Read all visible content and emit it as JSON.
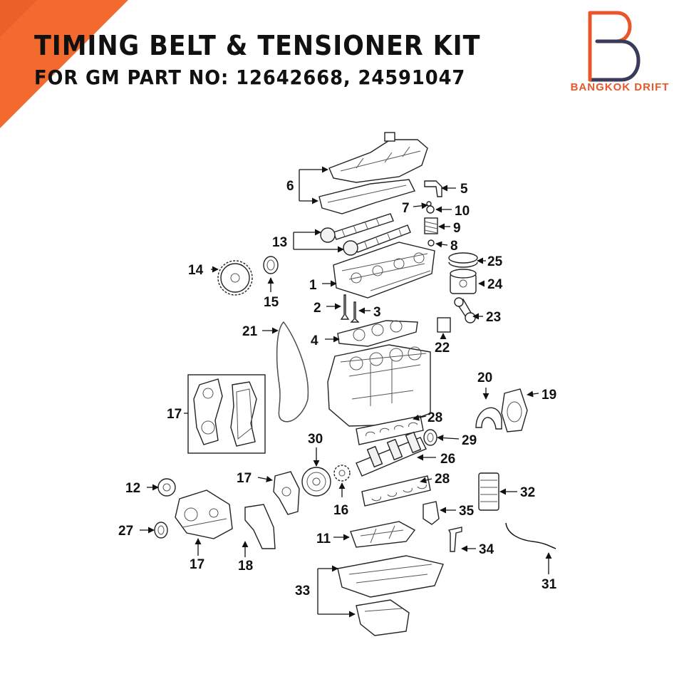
{
  "header": {
    "title": "TIMING BELT & TENSIONER KIT",
    "subtitle": "FOR GM PART NO: 12642668, 24591047"
  },
  "brand": {
    "name": "BANGKOK DRIFT",
    "accent_color": "#e8562a",
    "dark_color": "#3a3a5a",
    "logo_icon": "letter-b-logo-icon"
  },
  "colors": {
    "corner_orange": "#f26a2e",
    "corner_dark": "#d94f1c"
  },
  "callouts": [
    "1",
    "2",
    "3",
    "4",
    "5",
    "6",
    "7",
    "8",
    "9",
    "10",
    "11",
    "12",
    "13",
    "14",
    "15",
    "16",
    "17",
    "17",
    "17",
    "18",
    "19",
    "20",
    "21",
    "22",
    "23",
    "24",
    "25",
    "26",
    "27",
    "28",
    "28",
    "29",
    "30",
    "31",
    "32",
    "33",
    "34",
    "35"
  ]
}
